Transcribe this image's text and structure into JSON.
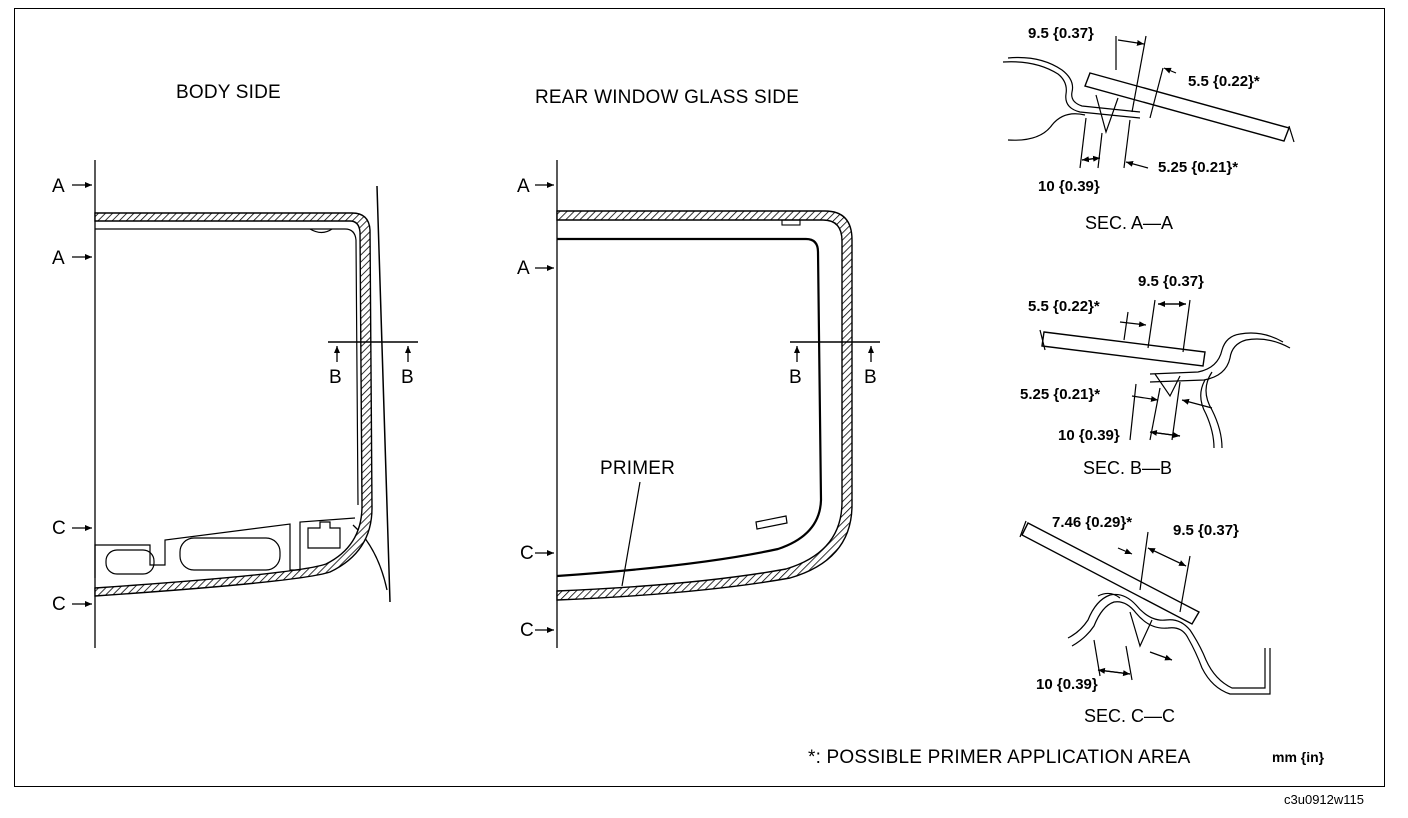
{
  "titles": {
    "body_side": "BODY SIDE",
    "glass_side": "REAR WINDOW GLASS SIDE"
  },
  "body_side_markers": {
    "a1": "A",
    "a2": "A",
    "b1": "B",
    "b2": "B",
    "c1": "C",
    "c2": "C"
  },
  "glass_side_markers": {
    "a1": "A",
    "a2": "A",
    "b1": "B",
    "b2": "B",
    "c1": "C",
    "c2": "C",
    "primer": "PRIMER"
  },
  "sec_a": {
    "title": "SEC. A—A",
    "dim_top": "9.5 {0.37}",
    "dim_right": "5.5 {0.22}*",
    "dim_mid": "5.25 {0.21}*",
    "dim_bottom": "10 {0.39}"
  },
  "sec_b": {
    "title": "SEC. B—B",
    "dim_top": "9.5 {0.37}",
    "dim_left": "5.5 {0.22}*",
    "dim_mid": "5.25 {0.21}*",
    "dim_bottom": "10 {0.39}"
  },
  "sec_c": {
    "title": "SEC. C—C",
    "dim_left": "7.46 {0.29}*",
    "dim_right": "9.5 {0.37}",
    "dim_bottom": "10 {0.39}"
  },
  "footer": {
    "note": "*: POSSIBLE PRIMER APPLICATION AREA",
    "units": "mm {in}",
    "code": "c3u0912w115"
  },
  "colors": {
    "ink": "#000000",
    "paper": "#ffffff"
  }
}
